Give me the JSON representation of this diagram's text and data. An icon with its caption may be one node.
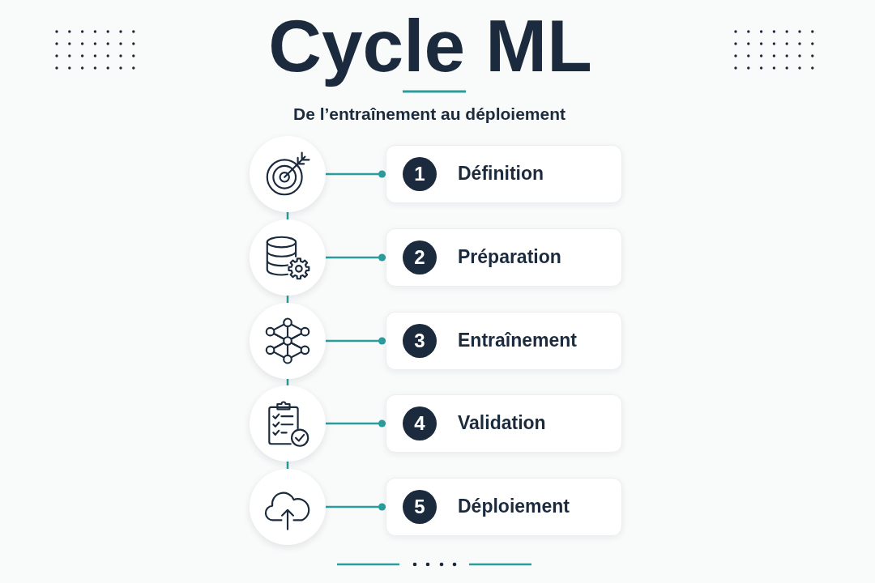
{
  "diagram": {
    "title": "Cycle ML",
    "nodes": [
      {
        "text": [],
        "shape": "circle"
      },
      {
        "text": [
          "Définition"
        ]
      },
      {
        "text": [
          "1"
        ],
        "in": 1
      },
      {
        "text": [],
        "shape": "circle"
      },
      {
        "text": [
          "Préparation"
        ]
      },
      {
        "text": [
          "2"
        ],
        "in": 4
      },
      {
        "text": [],
        "shape": "circle"
      },
      {
        "text": [
          "Entraînement"
        ]
      },
      {
        "text": [
          "3"
        ],
        "in": 7
      },
      {
        "text": [],
        "shape": "circle"
      },
      {
        "text": [
          "Validation"
        ]
      },
      {
        "text": [
          "4"
        ],
        "in": 10
      },
      {
        "text": [],
        "shape": "circle"
      },
      {
        "text": [
          "Déploiement"
        ]
      },
      {
        "text": [
          "5"
        ],
        "in": 13
      }
    ],
    "edges": [
      {
        "from": 0,
        "to": 1,
        "arrow": "other"
      },
      {
        "from": 0,
        "to": 3,
        "arrow": "none"
      },
      {
        "from": 3,
        "to": 4,
        "arrow": "other"
      },
      {
        "from": 3,
        "to": 6,
        "arrow": "none"
      },
      {
        "from": 6,
        "to": 7,
        "arrow": "other"
      },
      {
        "from": 6,
        "to": 9,
        "arrow": "none"
      },
      {
        "from": 9,
        "to": 10,
        "arrow": "other"
      },
      {
        "from": 9,
        "to": 12,
        "arrow": "none"
      },
      {
        "from": 12,
        "to": 13,
        "arrow": "other"
      }
    ],
    "labels": [
      "De l’entraînement au déploiement"
    ]
  }
}
